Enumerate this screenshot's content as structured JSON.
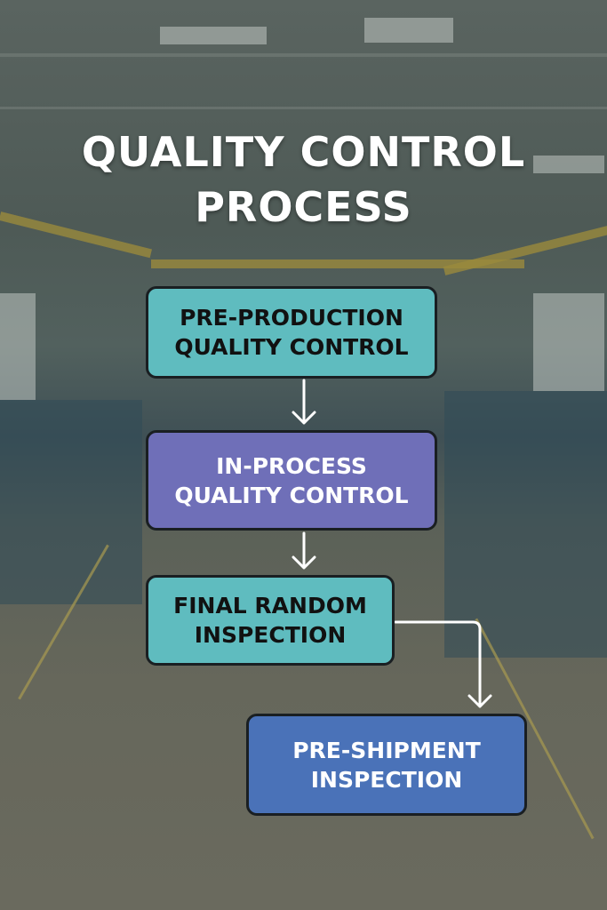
{
  "title": {
    "line1": "QUALITY CONTROL",
    "line2": "PROCESS"
  },
  "steps": [
    {
      "line1": "PRE-PRODUCTION",
      "line2": "QUALITY CONTROL",
      "color": "#5fbcbf"
    },
    {
      "line1": "IN-PROCESS",
      "line2": "QUALITY CONTROL",
      "color": "#6f6fb8"
    },
    {
      "line1": "FINAL RANDOM",
      "line2": "INSPECTION",
      "color": "#5fbcbf"
    },
    {
      "line1": "PRE-SHIPMENT",
      "line2": "INSPECTION",
      "color": "#4a72b8"
    }
  ]
}
